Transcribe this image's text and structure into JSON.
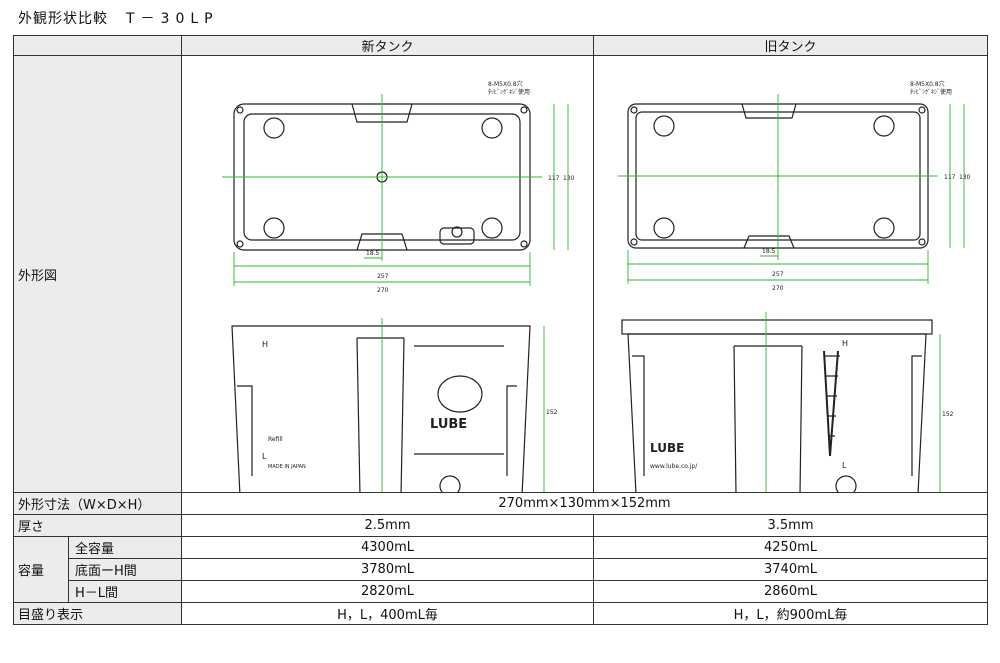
{
  "title": {
    "prefix": "外観形状比較",
    "model": "T－30LP"
  },
  "columns": {
    "new": "新タンク",
    "old": "旧タンク"
  },
  "rows": {
    "figure": "外形図",
    "dimensions": {
      "label": "外形寸法（W×D×H）",
      "value": "270mm×130mm×152mm"
    },
    "thickness": {
      "label": "厚さ",
      "new": "2.5mm",
      "old": "3.5mm"
    },
    "capacity": {
      "label": "容量",
      "total": {
        "label": "全容量",
        "new": "4300mL",
        "old": "4250mL"
      },
      "bottom_h": {
        "label": "底面ーH間",
        "new": "3780mL",
        "old": "3740mL"
      },
      "h_l": {
        "label": "H－L間",
        "new": "2820mL",
        "old": "2860mL"
      }
    },
    "scale": {
      "label": "目盛り表示",
      "new": "H，L，400mL毎",
      "old": "H，L，約900mL毎"
    }
  },
  "drawings": {
    "new_top": {
      "dim_total": "270",
      "dim_inner": "257",
      "dim_offset": "18.5",
      "dim_depth": "117",
      "dim_depth_total": "130",
      "screw_note": "8-M5X0.8穴",
      "screw_note2": "ﾀｯﾋﾟﾝｸﾞﾈｼﾞ使用"
    },
    "old_top": {
      "dim_total": "270",
      "dim_inner": "257",
      "dim_offset": "18.5",
      "dim_depth": "117",
      "dim_depth_total": "130",
      "screw_note": "8-M5X0.8穴",
      "screw_note2": "ﾀｯﾋﾟﾝｸﾞﾈｼﾞ使用"
    },
    "new_front": {
      "height": "152",
      "brand": "LUBE",
      "mark_h": "H",
      "mark_l": "L",
      "refill": "Refill",
      "made_in": "MADE IN JAPAN"
    },
    "old_front": {
      "height": "152",
      "brand": "LUBE",
      "mark_h": "H",
      "mark_l": "L",
      "url": "www.lube.co.jp/"
    }
  }
}
